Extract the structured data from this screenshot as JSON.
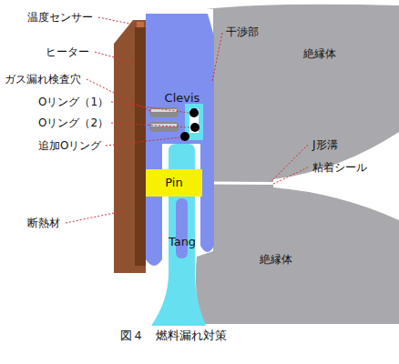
{
  "diagram": {
    "caption": "図４　燃料漏れ対策",
    "nodes": [
      {
        "text": [
          "Clevis"
        ]
      },
      {
        "text": [
          "Pin"
        ]
      },
      {
        "text": [
          "Tang"
        ]
      }
    ],
    "labels": [
      "温度センサー",
      "ヒーター",
      "ガス漏れ検査穴",
      "Oリング（1）",
      "Oリング（2）",
      "追加Oリング",
      "断熱材",
      "干渉部",
      "絶縁体",
      "J形溝",
      "粘着シール",
      "絶縁体"
    ]
  }
}
